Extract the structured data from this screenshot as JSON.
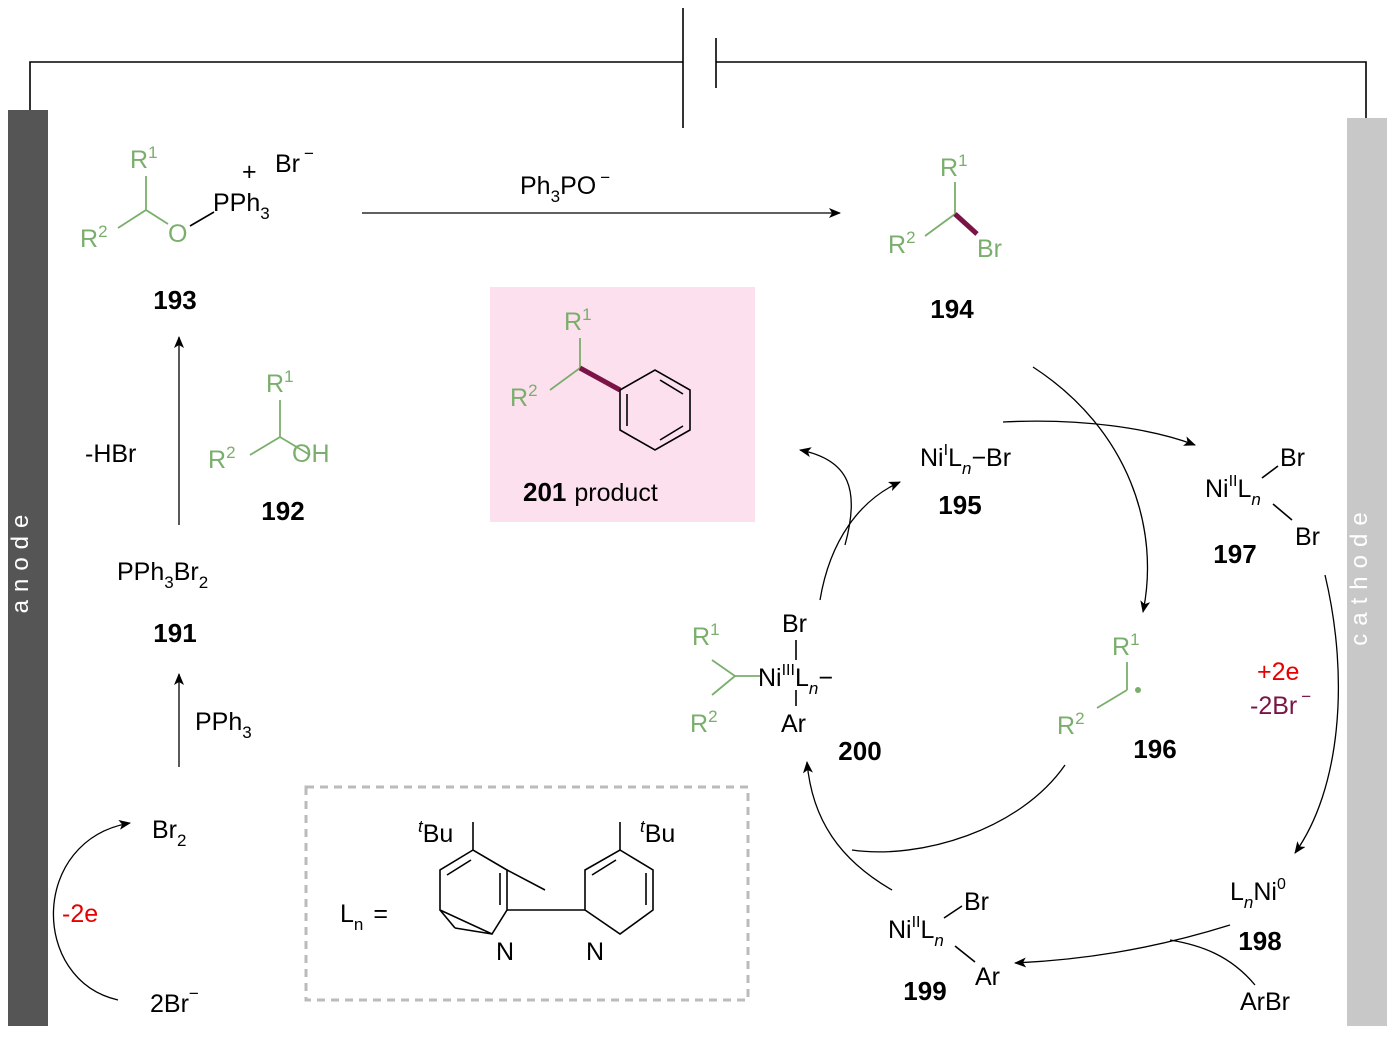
{
  "electrodes": {
    "anode": "anode",
    "cathode": "cathode"
  },
  "colors": {
    "substituent": "#7aae6c",
    "bond_highlight": "#7a1446",
    "electron": "#e60000",
    "product_box": "#fde0ee",
    "anode_bar": "#555555",
    "cathode_bar": "#c8c8c8"
  },
  "compounds": {
    "c191": {
      "id": "191",
      "formula": "PPh3Br2"
    },
    "c192": {
      "id": "192"
    },
    "c193": {
      "id": "193"
    },
    "c194": {
      "id": "194"
    },
    "c195": {
      "id": "195"
    },
    "c196": {
      "id": "196"
    },
    "c197": {
      "id": "197"
    },
    "c198": {
      "id": "198"
    },
    "c199": {
      "id": "199"
    },
    "c200": {
      "id": "200"
    },
    "c201": {
      "id": "201",
      "note": "product"
    }
  },
  "reagents": {
    "anode_ox": "-2e",
    "pph3": "PPh3",
    "hbr": "-HBr",
    "ph3po": "Ph3PO",
    "br2": "Br2",
    "bromide": "2Br",
    "arbr": "ArBr",
    "plus2e": "+2e",
    "minus2br": "-2Br"
  },
  "ligand": {
    "label": "Ln =",
    "substituent": "Bu",
    "t_prefix": "t",
    "n_atom": "N"
  }
}
